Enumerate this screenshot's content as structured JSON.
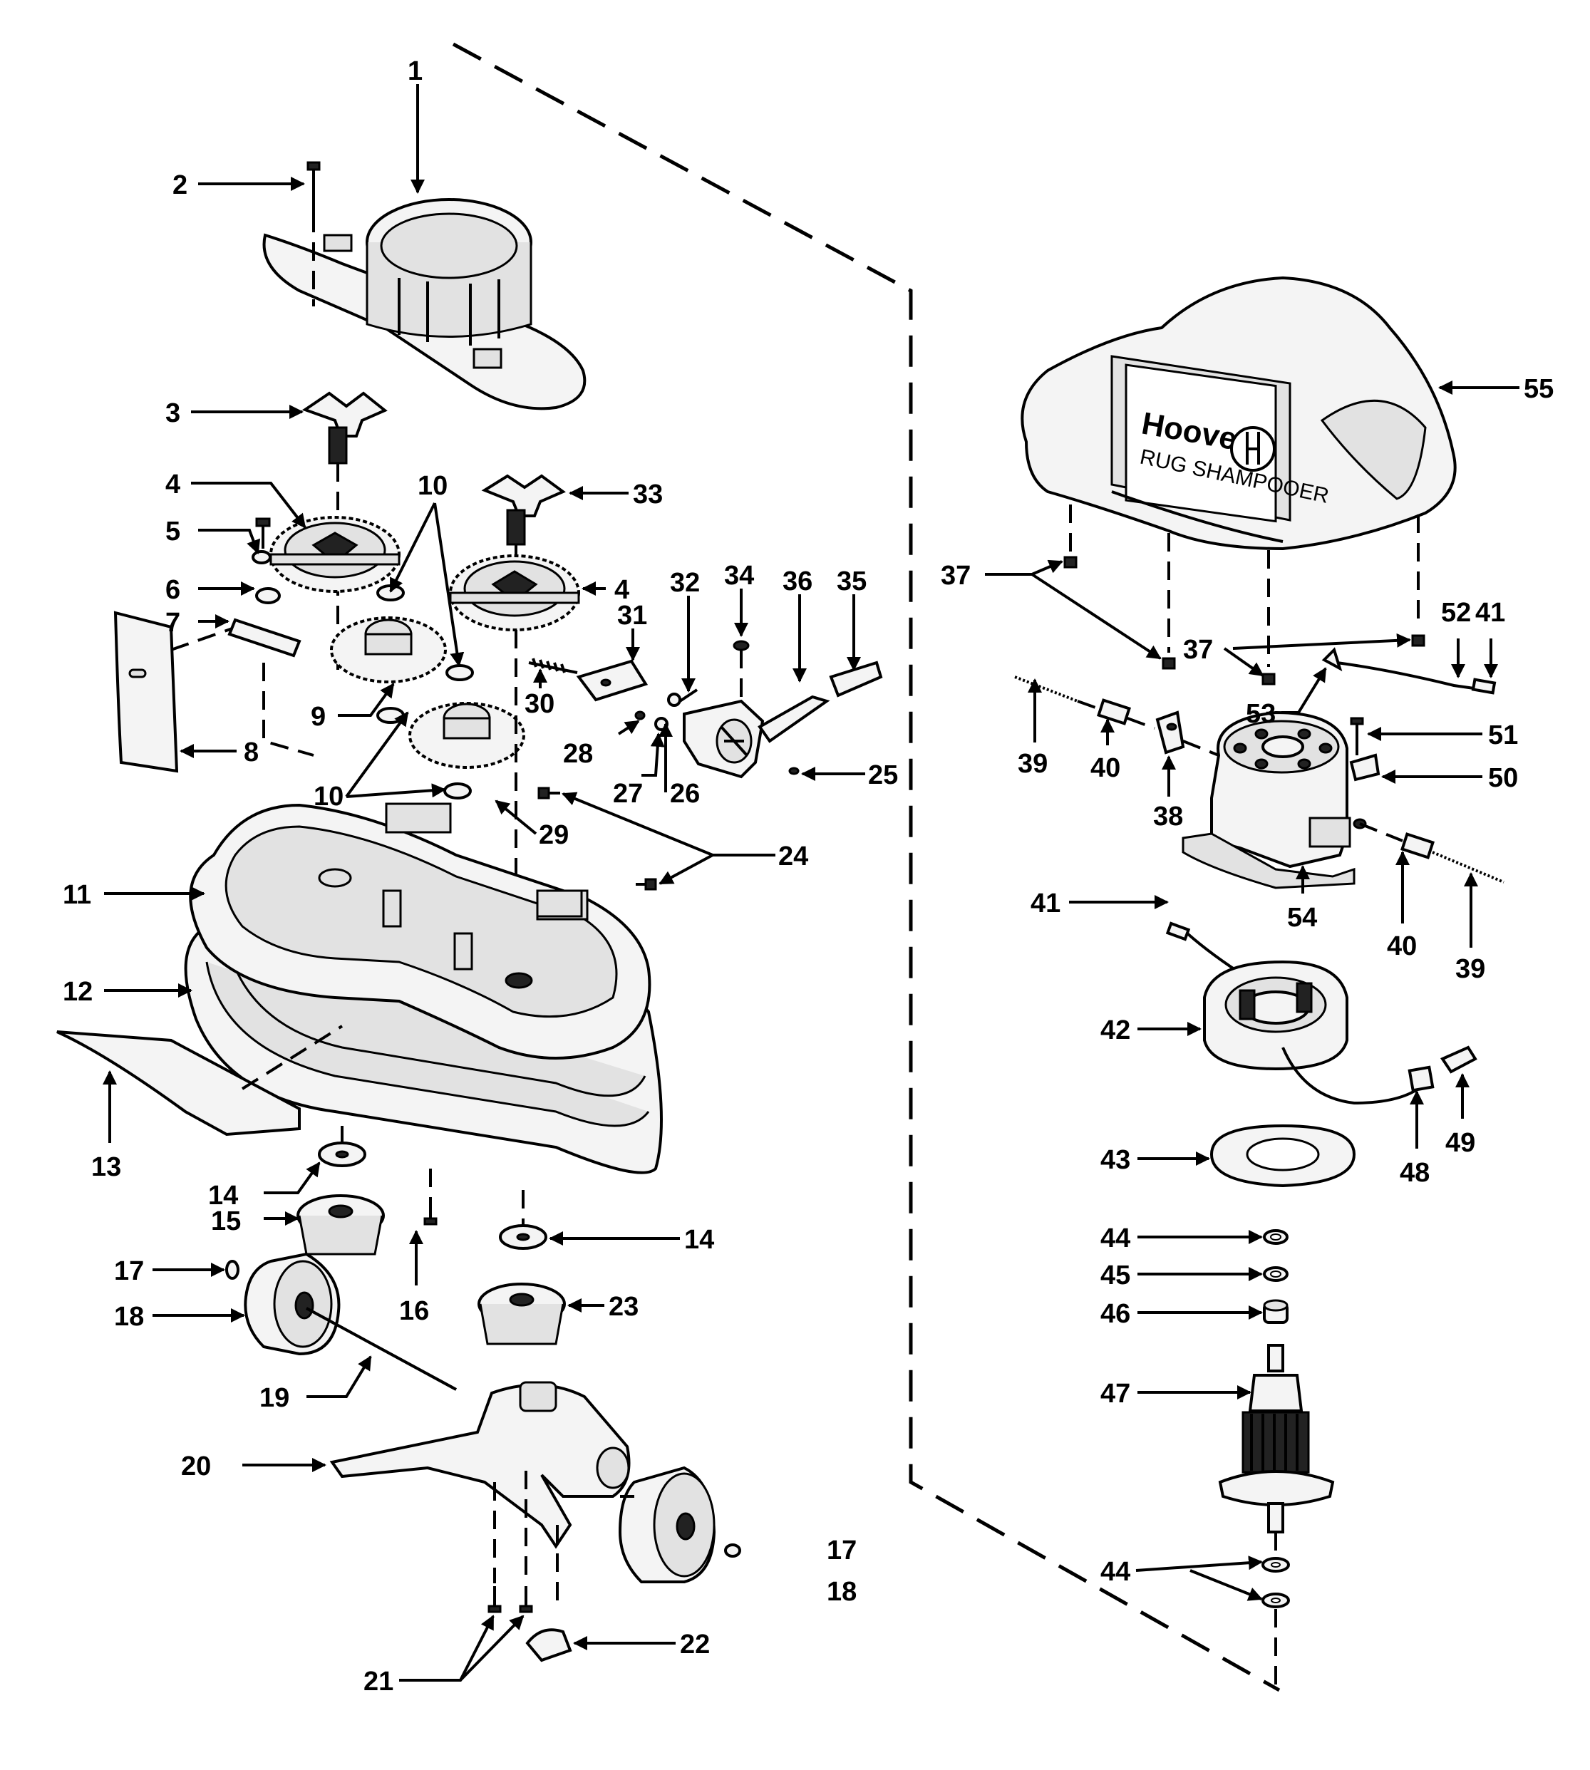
{
  "diagram": {
    "brand_text": "Hoover",
    "model_text": "RUG SHAMPOOER",
    "callouts": [
      {
        "id": "c1",
        "text": "1"
      },
      {
        "id": "c2",
        "text": "2"
      },
      {
        "id": "c3",
        "text": "3"
      },
      {
        "id": "c4a",
        "text": "4"
      },
      {
        "id": "c4b",
        "text": "4"
      },
      {
        "id": "c5",
        "text": "5"
      },
      {
        "id": "c6",
        "text": "6"
      },
      {
        "id": "c7",
        "text": "7"
      },
      {
        "id": "c8",
        "text": "8"
      },
      {
        "id": "c9",
        "text": "9"
      },
      {
        "id": "c10a",
        "text": "10"
      },
      {
        "id": "c10b",
        "text": "10"
      },
      {
        "id": "c11",
        "text": "11"
      },
      {
        "id": "c12",
        "text": "12"
      },
      {
        "id": "c13",
        "text": "13"
      },
      {
        "id": "c14a",
        "text": "14"
      },
      {
        "id": "c14b",
        "text": "14"
      },
      {
        "id": "c15",
        "text": "15"
      },
      {
        "id": "c16",
        "text": "16"
      },
      {
        "id": "c17a",
        "text": "17"
      },
      {
        "id": "c17b",
        "text": "17"
      },
      {
        "id": "c18a",
        "text": "18"
      },
      {
        "id": "c18b",
        "text": "18"
      },
      {
        "id": "c19",
        "text": "19"
      },
      {
        "id": "c20",
        "text": "20"
      },
      {
        "id": "c21",
        "text": "21"
      },
      {
        "id": "c22",
        "text": "22"
      },
      {
        "id": "c23",
        "text": "23"
      },
      {
        "id": "c24",
        "text": "24"
      },
      {
        "id": "c25",
        "text": "25"
      },
      {
        "id": "c26",
        "text": "26"
      },
      {
        "id": "c27",
        "text": "27"
      },
      {
        "id": "c28",
        "text": "28"
      },
      {
        "id": "c29",
        "text": "29"
      },
      {
        "id": "c30",
        "text": "30"
      },
      {
        "id": "c31",
        "text": "31"
      },
      {
        "id": "c32",
        "text": "32"
      },
      {
        "id": "c33",
        "text": "33"
      },
      {
        "id": "c34",
        "text": "34"
      },
      {
        "id": "c35",
        "text": "35"
      },
      {
        "id": "c36",
        "text": "36"
      },
      {
        "id": "c37a",
        "text": "37"
      },
      {
        "id": "c37b",
        "text": "37"
      },
      {
        "id": "c38",
        "text": "38"
      },
      {
        "id": "c39a",
        "text": "39"
      },
      {
        "id": "c39b",
        "text": "39"
      },
      {
        "id": "c40a",
        "text": "40"
      },
      {
        "id": "c40b",
        "text": "40"
      },
      {
        "id": "c41a",
        "text": "41"
      },
      {
        "id": "c41b",
        "text": "41"
      },
      {
        "id": "c42",
        "text": "42"
      },
      {
        "id": "c43",
        "text": "43"
      },
      {
        "id": "c44a",
        "text": "44"
      },
      {
        "id": "c44b",
        "text": "44"
      },
      {
        "id": "c45",
        "text": "45"
      },
      {
        "id": "c46",
        "text": "46"
      },
      {
        "id": "c47",
        "text": "47"
      },
      {
        "id": "c48",
        "text": "48"
      },
      {
        "id": "c49",
        "text": "49"
      },
      {
        "id": "c50",
        "text": "50"
      },
      {
        "id": "c51",
        "text": "51"
      },
      {
        "id": "c52",
        "text": "52"
      },
      {
        "id": "c53",
        "text": "53"
      },
      {
        "id": "c54",
        "text": "54"
      },
      {
        "id": "c55",
        "text": "55"
      }
    ]
  }
}
